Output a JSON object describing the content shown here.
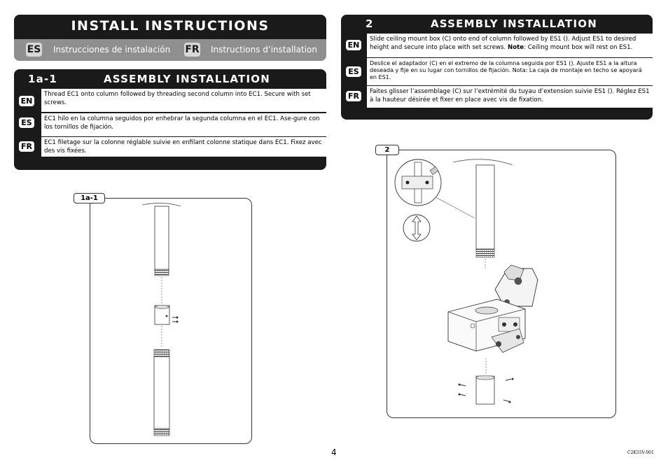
{
  "header": {
    "title": "INSTALL INSTRUCTIONS",
    "langs": [
      {
        "code": "ES",
        "text": "Instrucciones de instalación"
      },
      {
        "code": "FR",
        "text": "Instructions d’installation"
      }
    ]
  },
  "step_1a": {
    "number": "1a-1",
    "heading": "ASSEMBLY INSTALLATION",
    "rows": [
      {
        "code": "EN",
        "text": "Thread EC1 onto column followed by threading second column into EC1.  Secure with set screws."
      },
      {
        "code": "ES",
        "text": "EC1 hilo en la columna seguidos por enhebrar la segunda columna en el EC1. Ase-gure con los tornillos de fijación."
      },
      {
        "code": "FR",
        "text": "EC1 filetage sur la colonne réglable suivie en enfilant colonne statique dans EC1. Fixez avec des vis fixées."
      }
    ],
    "figure_tag": "1a-1"
  },
  "step_2": {
    "number": "2",
    "heading": "ASSEMBLY INSTALLATION",
    "rows": [
      {
        "code": "EN",
        "text": "Slide ceiling mount box (C) onto end of column followed by ES1 ().  Adjust ES1 to desired height and secure into place with set screws.",
        "note_label": "Note",
        "note_text": ": Ceiling mount box will rest on ES1."
      },
      {
        "code": "ES",
        "text": "Deslice el adaptador (C) en el extremo de la columna seguida por ES1 (). Ajuste ES1 a la altura deseada y fije en su lugar con tornillos de fijación. Nota: La caja de montaje en techo se apoyará en ES1."
      },
      {
        "code": "FR",
        "text": "Faites glisser l’assemblage (C) sur l’extrémité du tuyau d’extension suivie ES1 ().  Réglez ES1 à la hauteur désirée et fixer en place avec vis de fixation."
      }
    ],
    "figure_tag": "2"
  },
  "footer": {
    "page": "4",
    "code": "C2K55V-001"
  }
}
